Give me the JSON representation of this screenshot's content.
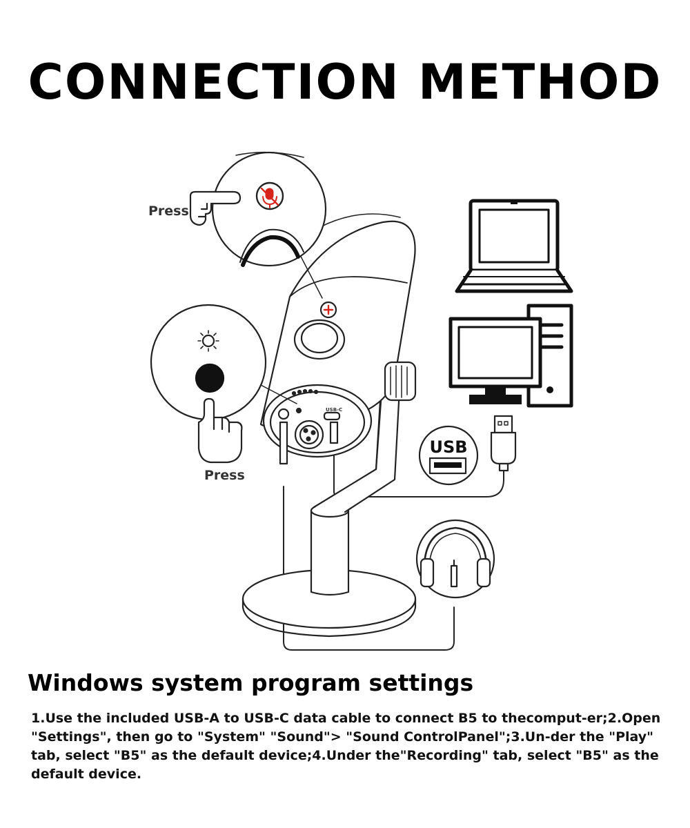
{
  "title": "CONNECTION METHOD",
  "diagram": {
    "press_label_top": "Press",
    "press_label_left": "Press",
    "usb_label": "USB",
    "port_label": "USB-C",
    "icons": [
      "mute-button-icon",
      "pointing-hand-icon",
      "brightness-icon",
      "laptop-icon",
      "desktop-computer-icon",
      "usb-port-icon",
      "usb-plug-icon",
      "headphones-icon",
      "microphone-illustration"
    ],
    "accent_color": "#d7241a"
  },
  "section": {
    "heading": "Windows system program settings",
    "instructions": "1.Use the included USB-A to USB-C data cable to connect B5 to thecomput-er;2.Open \"Settings\", then go to \"System\" \"Sound\"> \"Sound ControlPanel\";3.Un-der the \"Play\" tab, select \"B5\" as the default device;4.Under the\"Recording\" tab, select \"B5\" as the default device."
  }
}
